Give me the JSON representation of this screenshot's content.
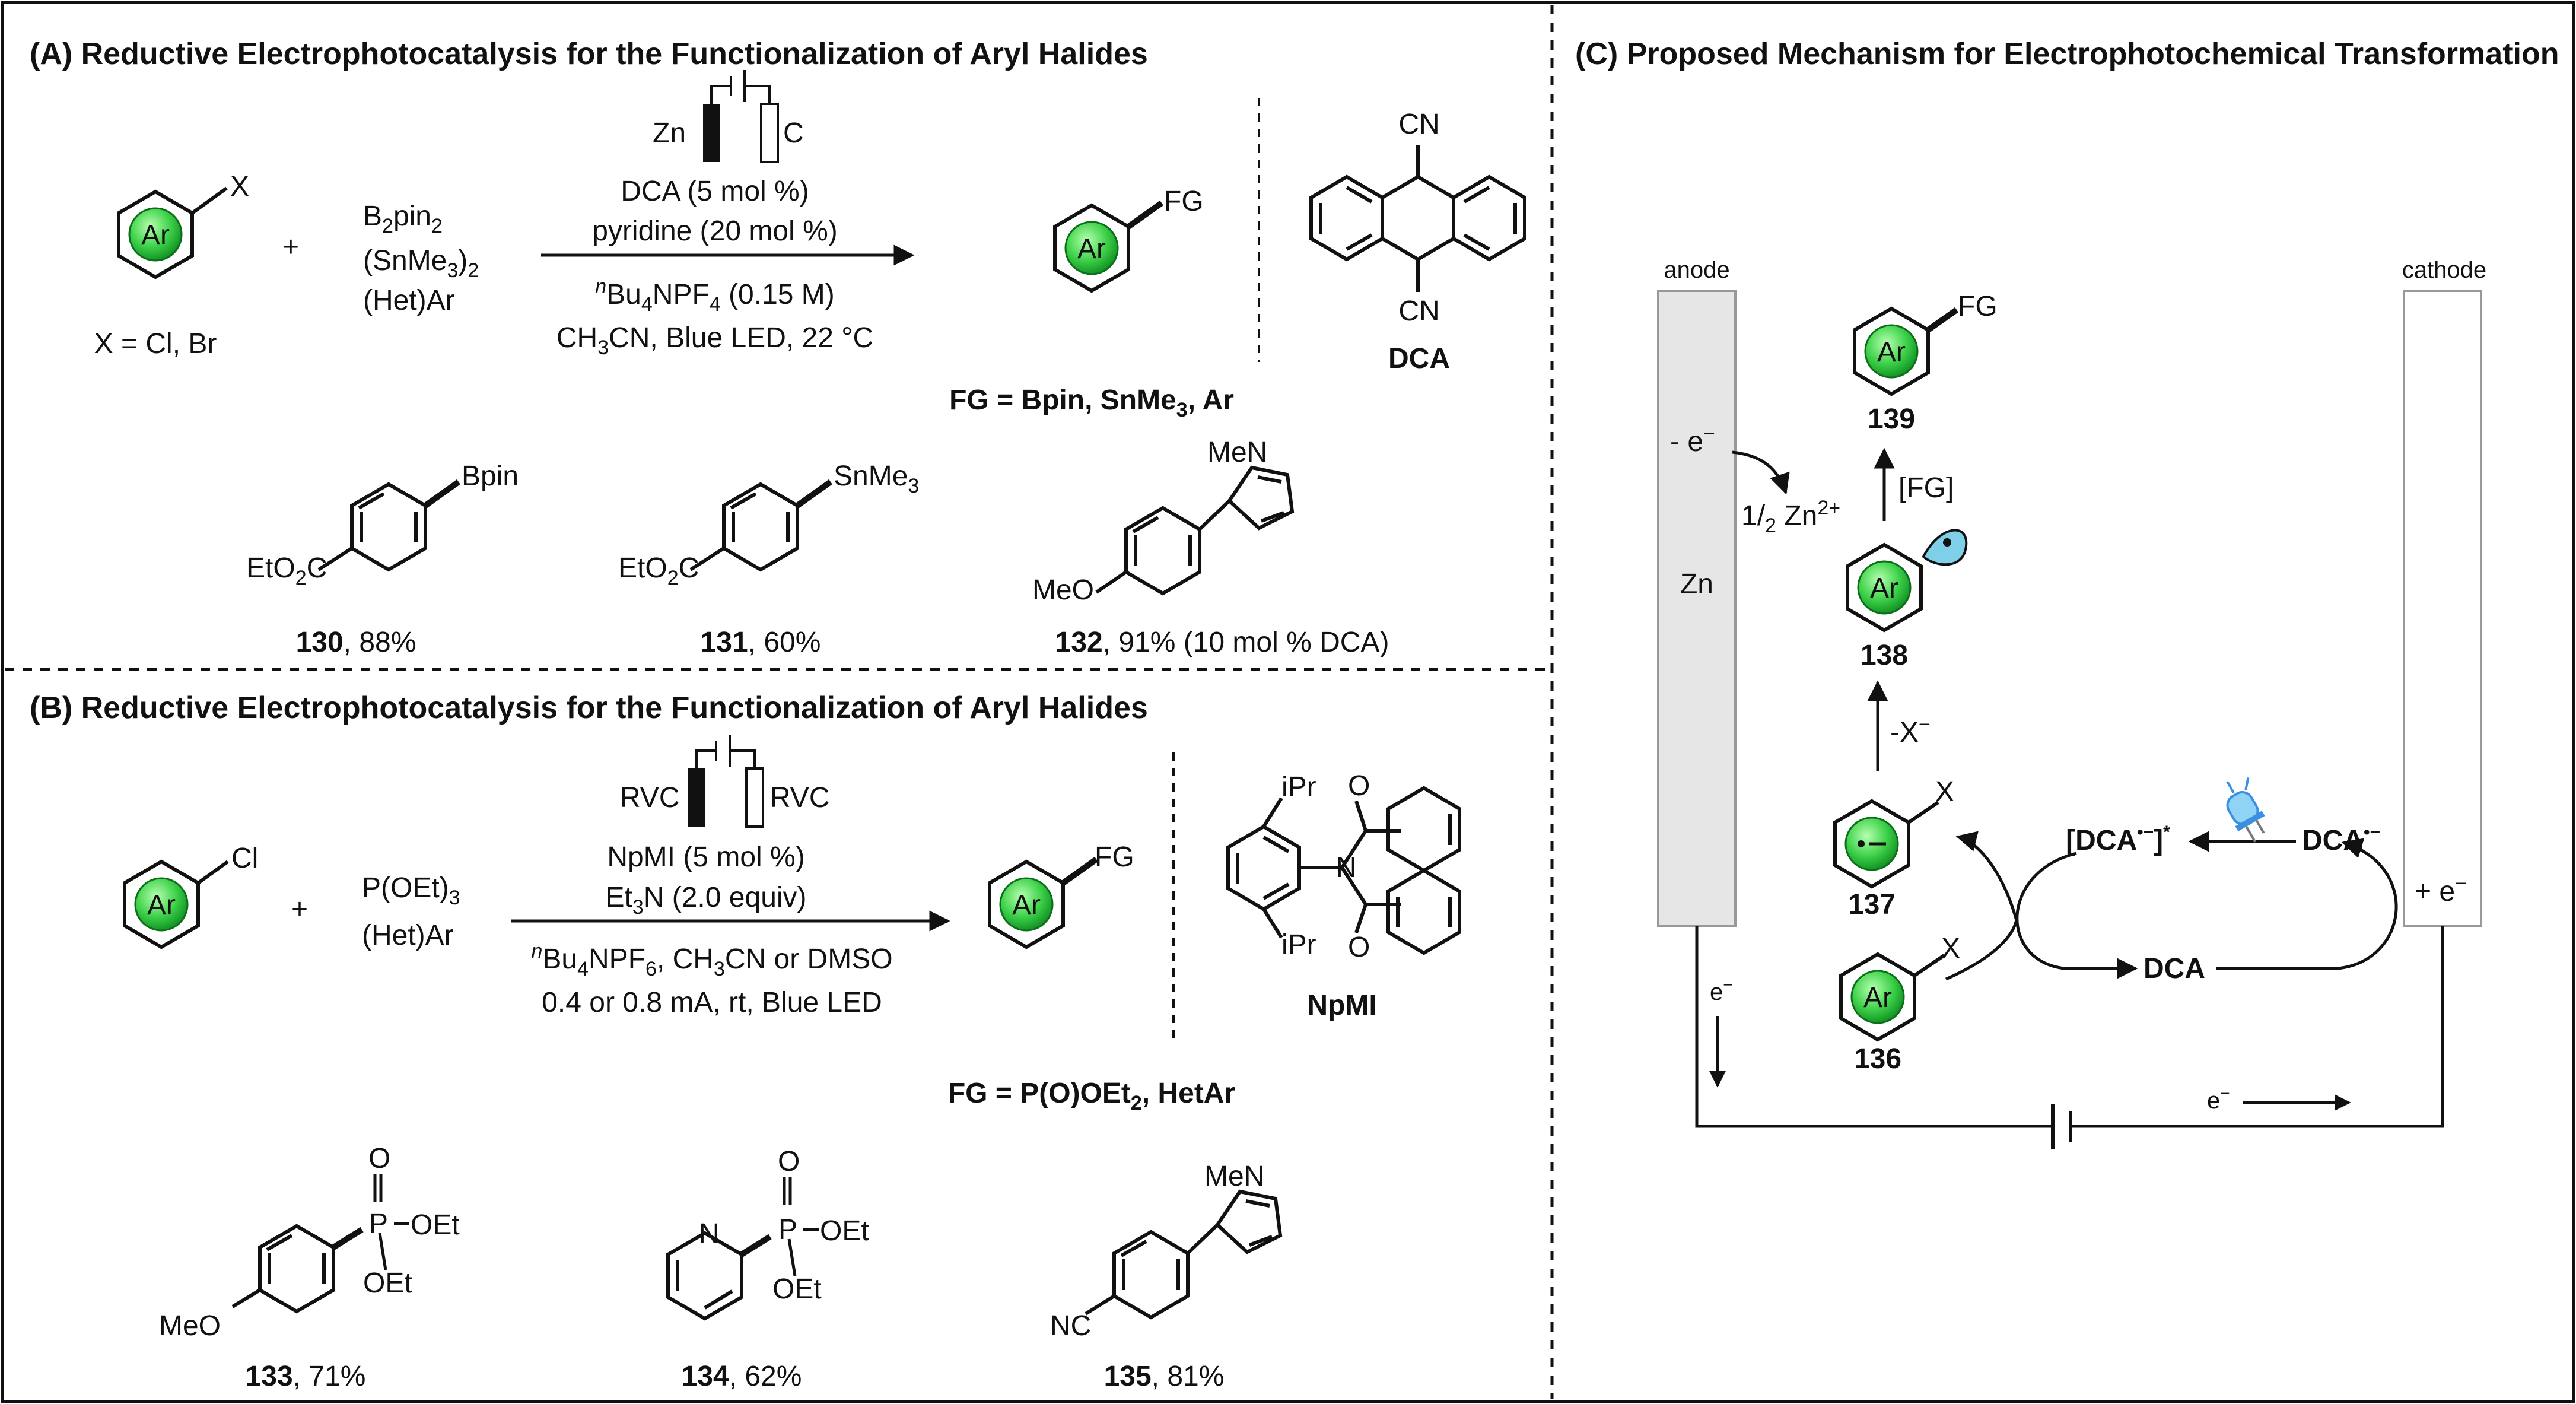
{
  "colors": {
    "ar_green_light": "#8ff58f",
    "ar_green_dark": "#0b8a1f",
    "electrode_fill": "#e6e6e6",
    "line": "#111111",
    "radical_blue": "#7dd0e8",
    "led_blue": "#3b8fe0"
  },
  "panel_a": {
    "title": "(A) Reductive Electrophotocatalysis for the Functionalization of Aryl Halides",
    "electrode_left": "Zn",
    "electrode_right": "C",
    "substrate_x": "X",
    "substrate_ring": "Ar",
    "substrate_note": "X = Cl, Br",
    "plus": "+",
    "reagents": [
      "B",
      "2",
      "pin",
      "2",
      "(SnMe",
      "3",
      ")",
      "2",
      "(Het)Ar"
    ],
    "cond_above_1": "DCA (5 mol %)",
    "cond_above_2": "pyridine (20 mol %)",
    "cond_below_1": [
      "n",
      "Bu",
      "4",
      "NPF",
      "4",
      " (0.15 M)"
    ],
    "cond_below_2": [
      "CH",
      "3",
      "CN, Blue LED,  22 °C"
    ],
    "product_ring": "Ar",
    "product_fg": "FG",
    "fg_line": [
      "FG = Bpin, SnMe",
      "3",
      ", Ar"
    ],
    "catalyst_cn_top": "CN",
    "catalyst_cn_bottom": "CN",
    "catalyst_name": "DCA",
    "ex130_sub": "Bpin",
    "ex130_ester": [
      "EtO",
      "2",
      "C"
    ],
    "ex130_num": "130",
    "ex130_yield": ", 88%",
    "ex131_sub": [
      "SnMe",
      "3"
    ],
    "ex131_ester": [
      "EtO",
      "2",
      "C"
    ],
    "ex131_num": "131",
    "ex131_yield": ", 60%",
    "ex132_men": "MeN",
    "ex132_meo": "MeO",
    "ex132_num": "132",
    "ex132_yield": ", 91% (10 mol % DCA)"
  },
  "panel_b": {
    "title": "(B) Reductive Electrophotocatalysis for the Functionalization of Aryl Halides",
    "electrode_left": "RVC",
    "electrode_right": "RVC",
    "substrate_x": "Cl",
    "substrate_ring": "Ar",
    "plus": "+",
    "reagent_1": [
      "P(OEt)",
      "3"
    ],
    "reagent_2": "(Het)Ar",
    "cond_above_1": "NpMI (5 mol %)",
    "cond_above_2": [
      "Et",
      "3",
      "N (2.0 equiv)"
    ],
    "cond_below_1": [
      "n",
      "Bu",
      "4",
      "NPF",
      "6",
      ", CH",
      "3",
      "CN or DMSO"
    ],
    "cond_below_2": "0.4 or 0.8 mA, rt, Blue LED",
    "product_ring": "Ar",
    "product_fg": "FG",
    "fg_line": [
      "FG = P(O)OEt",
      "2",
      ", HetAr"
    ],
    "catalyst_ipr_top": "iPr",
    "catalyst_ipr_bottom": "iPr",
    "catalyst_o": "O",
    "catalyst_n": "N",
    "catalyst_name": "NpMI",
    "ex133_o": "O",
    "ex133_p": "P",
    "ex133_oet1": "OEt",
    "ex133_oet2": "OEt",
    "ex133_meo": "MeO",
    "ex133_num": "133",
    "ex133_yield": ", 71%",
    "ex134_n": "N",
    "ex134_o": "O",
    "ex134_p": "P",
    "ex134_oet1": "OEt",
    "ex134_oet2": "OEt",
    "ex134_num": "134",
    "ex134_yield": ", 62%",
    "ex135_men": "MeN",
    "ex135_nc": "NC",
    "ex135_num": "135",
    "ex135_yield": ", 81%"
  },
  "panel_c": {
    "title": "(C) Proposed Mechanism for Electrophotochemical Transformation",
    "anode_label": "anode",
    "cathode_label": "cathode",
    "anode_metal": "Zn",
    "anode_electron": [
      "- e",
      "−"
    ],
    "zn_release": [
      "1/",
      "2",
      " Zn",
      "2+"
    ],
    "cathode_electron": [
      "+ e",
      "−"
    ],
    "ring": "Ar",
    "product_fg": "FG",
    "product_num": "139",
    "step_fg": "[FG]",
    "radical_num": "138",
    "step_x": [
      "-X",
      "−"
    ],
    "radical_anion_x": "X",
    "radical_anion_num": "137",
    "substrate_x": "X",
    "substrate_num": "136",
    "excited_dca": [
      "[DCA",
      "•−",
      "]",
      "*"
    ],
    "dca_radical": [
      "DCA",
      "•−"
    ],
    "dca": "DCA",
    "wire_e_left": [
      "e",
      "−"
    ],
    "wire_e_bottom": [
      "e",
      "−"
    ]
  }
}
